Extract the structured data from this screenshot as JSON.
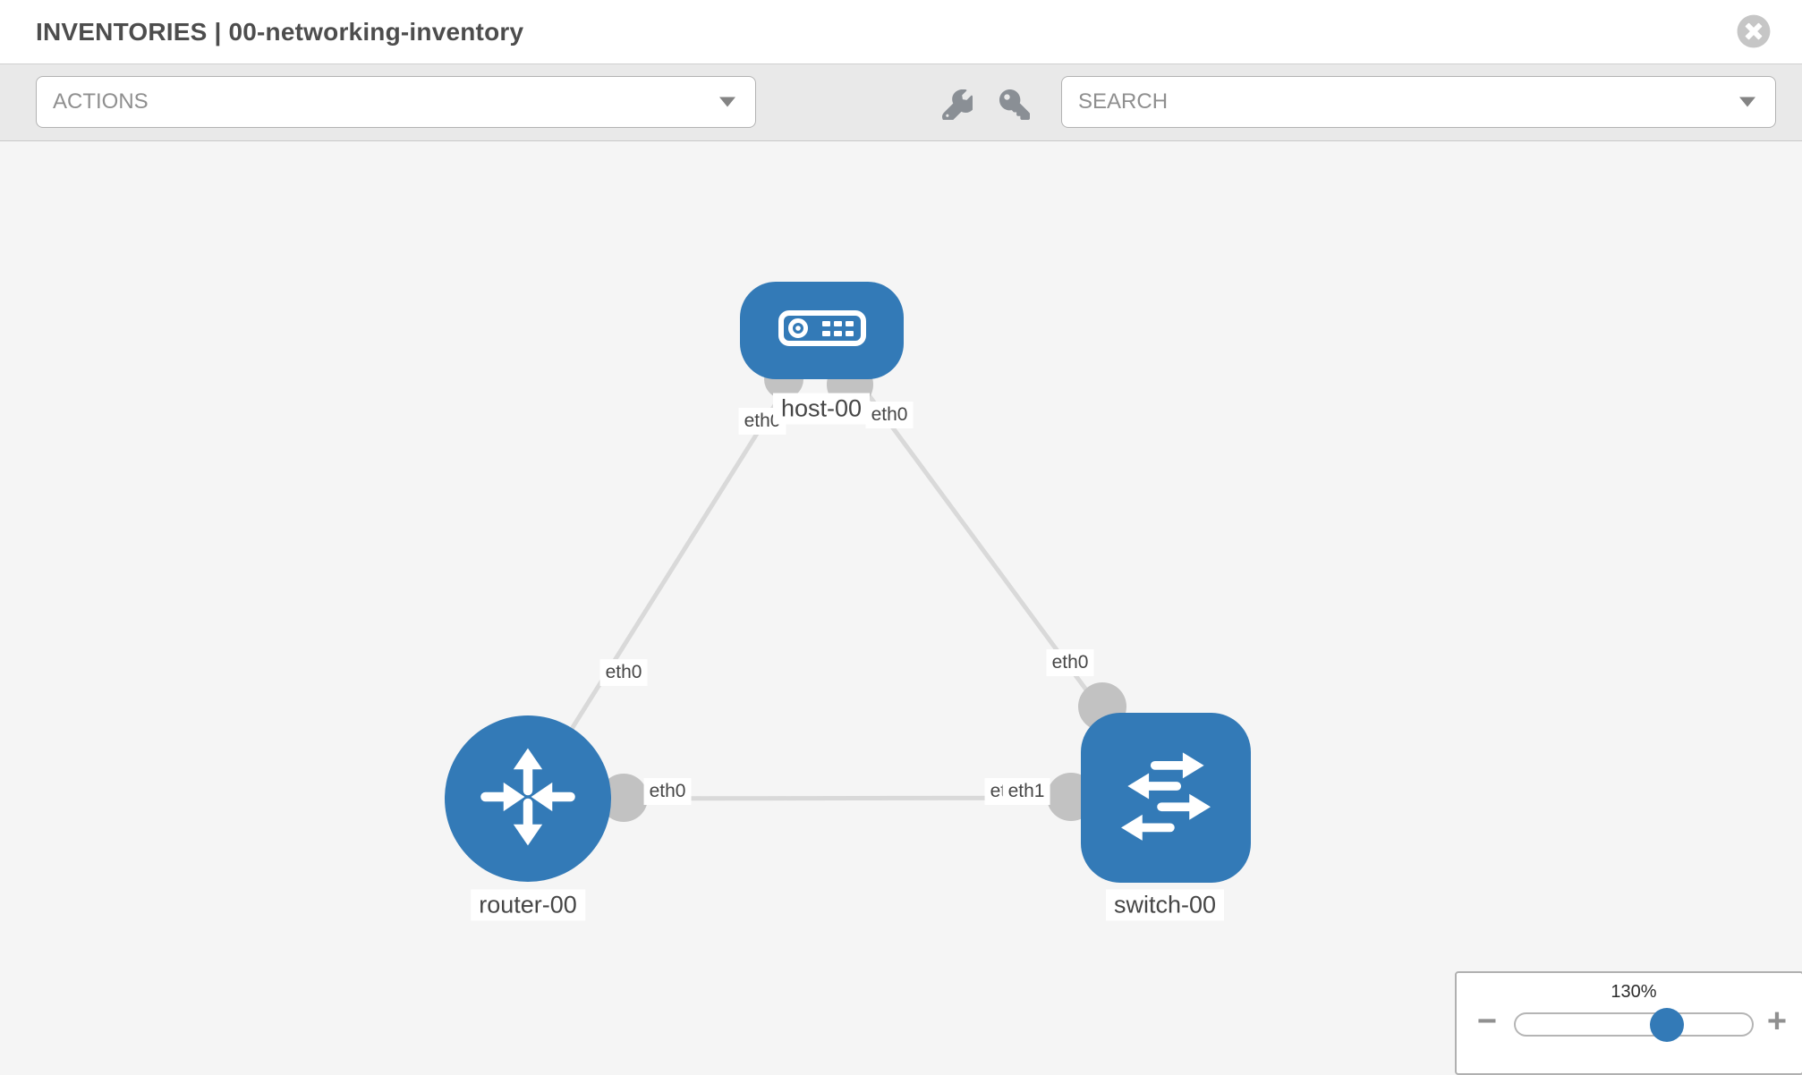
{
  "header": {
    "title": "INVENTORIES | 00-networking-inventory"
  },
  "toolbar": {
    "actions_label": "ACTIONS",
    "search_label": "SEARCH",
    "icons": [
      "wrench",
      "key"
    ]
  },
  "topology": {
    "nodes": [
      {
        "label": "host-00",
        "type": "host"
      },
      {
        "label": "router-00",
        "type": "router"
      },
      {
        "label": "switch-00",
        "type": "switch"
      }
    ],
    "links": [
      {
        "source": "host-00",
        "target": "router-00"
      },
      {
        "source": "host-00",
        "target": "switch-00"
      },
      {
        "source": "router-00",
        "target": "switch-00"
      }
    ],
    "interface_labels": {
      "host_left": "eth0",
      "host_right": "eth0",
      "host_router_mid": "eth0",
      "host_switch_mid": "eth0",
      "router_side": "eth0",
      "switch_side_back": "eth0",
      "switch_side_front": "eth1"
    }
  },
  "zoom_control": {
    "value": "130%",
    "minus": "−",
    "plus": "+",
    "percent": 64
  },
  "colors": {
    "node_blue": "#337ab7",
    "link_grey": "#d9d9d9",
    "connector_grey": "#c2c2c2",
    "toolbar_bg": "#e9e9e9",
    "canvas_bg": "#f5f5f5"
  }
}
